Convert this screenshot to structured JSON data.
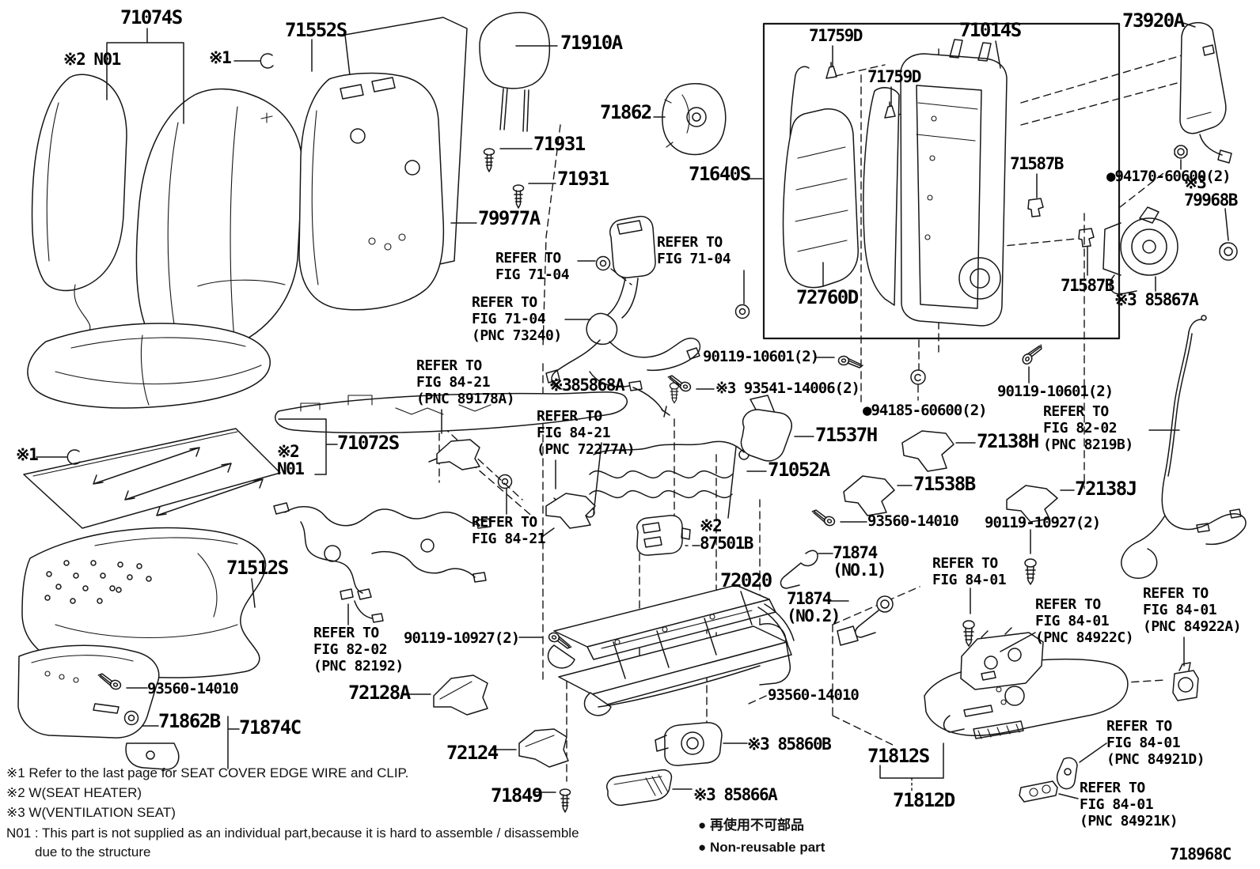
{
  "doc": {
    "figure_code": "718968C",
    "legend": {
      "jp": "● 再使用不可部品",
      "en": "● Non-reusable part"
    },
    "notes": {
      "n1": "※1 Refer to the last page for SEAT COVER EDGE WIRE and CLIP.",
      "n2": "※2 W(SEAT HEATER)",
      "n3": "※3 W(VENTILATION SEAT)",
      "n01a": "N01 : This part is not supplied as an individual part,because it is hard to assemble / disassemble",
      "n01b": "due to the structure"
    },
    "labels": [
      {
        "id": "71074S",
        "text": "71074S"
      },
      {
        "id": "n2-n01-top",
        "text": "※2 N01"
      },
      {
        "id": "n1-top",
        "text": "※1"
      },
      {
        "id": "71552S",
        "text": "71552S"
      },
      {
        "id": "71910A",
        "text": "71910A"
      },
      {
        "id": "71862",
        "text": "71862"
      },
      {
        "id": "71931-a",
        "text": "71931"
      },
      {
        "id": "71931-b",
        "text": "71931"
      },
      {
        "id": "79977A",
        "text": "79977A"
      },
      {
        "id": "71640S",
        "text": "71640S"
      },
      {
        "id": "71759D-a",
        "text": "71759D"
      },
      {
        "id": "71759D-b",
        "text": "71759D"
      },
      {
        "id": "71014S",
        "text": "71014S"
      },
      {
        "id": "73920A",
        "text": "73920A"
      },
      {
        "id": "71587B-a",
        "text": "71587B"
      },
      {
        "id": "94170-60600",
        "text": "●94170-60600(2)"
      },
      {
        "id": "79968B",
        "text": "※3\n79968B"
      },
      {
        "id": "85867A",
        "text": "※3 85867A"
      },
      {
        "id": "71587B-b",
        "text": "71587B"
      },
      {
        "id": "72760D",
        "text": "72760D"
      },
      {
        "id": "ref-7104-a",
        "text": "REFER TO\nFIG 71-04"
      },
      {
        "id": "ref-7104-b",
        "text": "REFER TO\nFIG 71-04"
      },
      {
        "id": "ref-7104-c",
        "text": "REFER TO\nFIG 71-04\n(PNC 73240)"
      },
      {
        "id": "90119-10601-a",
        "text": "90119-10601(2)"
      },
      {
        "id": "85868A",
        "text": "※385868A"
      },
      {
        "id": "93541-14006",
        "text": "※3 93541-14006(2)"
      },
      {
        "id": "94185-60600",
        "text": "●94185-60600(2)"
      },
      {
        "id": "90119-10601-b",
        "text": "90119-10601(2)"
      },
      {
        "id": "ref-8202-b",
        "text": "REFER TO\nFIG 82-02\n(PNC 8219B)"
      },
      {
        "id": "71537H",
        "text": "71537H"
      },
      {
        "id": "72138H",
        "text": "72138H"
      },
      {
        "id": "71052A",
        "text": "71052A"
      },
      {
        "id": "71538B",
        "text": "71538B"
      },
      {
        "id": "72138J",
        "text": "72138J"
      },
      {
        "id": "93560-14010-a",
        "text": "93560-14010"
      },
      {
        "id": "90119-10927-b",
        "text": "90119-10927(2)"
      },
      {
        "id": "ref-8421-a",
        "text": "REFER TO\nFIG 84-21\n(PNC 89178A)"
      },
      {
        "id": "ref-8421-b",
        "text": "REFER TO\nFIG 84-21\n(PNC 72277A)"
      },
      {
        "id": "ref-8421-c",
        "text": "REFER TO\nFIG 84-21"
      },
      {
        "id": "87501B",
        "text": "※2\n87501B"
      },
      {
        "id": "71874-no1",
        "text": "71874\n(NO.1)"
      },
      {
        "id": "71874-no2",
        "text": "71874\n(NO.2)"
      },
      {
        "id": "72020",
        "text": "72020"
      },
      {
        "id": "ref-8401-a",
        "text": "REFER TO\nFIG 84-01"
      },
      {
        "id": "ref-8401-b",
        "text": "REFER TO\nFIG 84-01\n(PNC 84922C)"
      },
      {
        "id": "ref-8401-c",
        "text": "REFER TO\nFIG 84-01\n(PNC 84922A)"
      },
      {
        "id": "71072S",
        "text": "71072S"
      },
      {
        "id": "n2-n01-left",
        "text": "※2\nN01"
      },
      {
        "id": "n1-left",
        "text": "※1"
      },
      {
        "id": "71512S",
        "text": "71512S"
      },
      {
        "id": "ref-8202-a",
        "text": "REFER TO\nFIG 82-02\n(PNC 82192)"
      },
      {
        "id": "90119-10927-a",
        "text": "90119-10927(2)"
      },
      {
        "id": "93560-14010-b",
        "text": "93560-14010"
      },
      {
        "id": "71862B",
        "text": "71862B"
      },
      {
        "id": "71874C",
        "text": "71874C"
      },
      {
        "id": "72128A",
        "text": "72128A"
      },
      {
        "id": "72124",
        "text": "72124"
      },
      {
        "id": "71849",
        "text": "71849"
      },
      {
        "id": "85866A",
        "text": "※3 85866A"
      },
      {
        "id": "85860B",
        "text": "※3 85860B"
      },
      {
        "id": "93560-14010-c",
        "text": "93560-14010"
      },
      {
        "id": "71812S",
        "text": "71812S"
      },
      {
        "id": "71812D",
        "text": "71812D"
      },
      {
        "id": "ref-8401-d",
        "text": "REFER TO\nFIG 84-01\n(PNC 84921D)"
      },
      {
        "id": "ref-8401-e",
        "text": "REFER TO\nFIG 84-01\n(PNC 84921K)"
      }
    ]
  }
}
